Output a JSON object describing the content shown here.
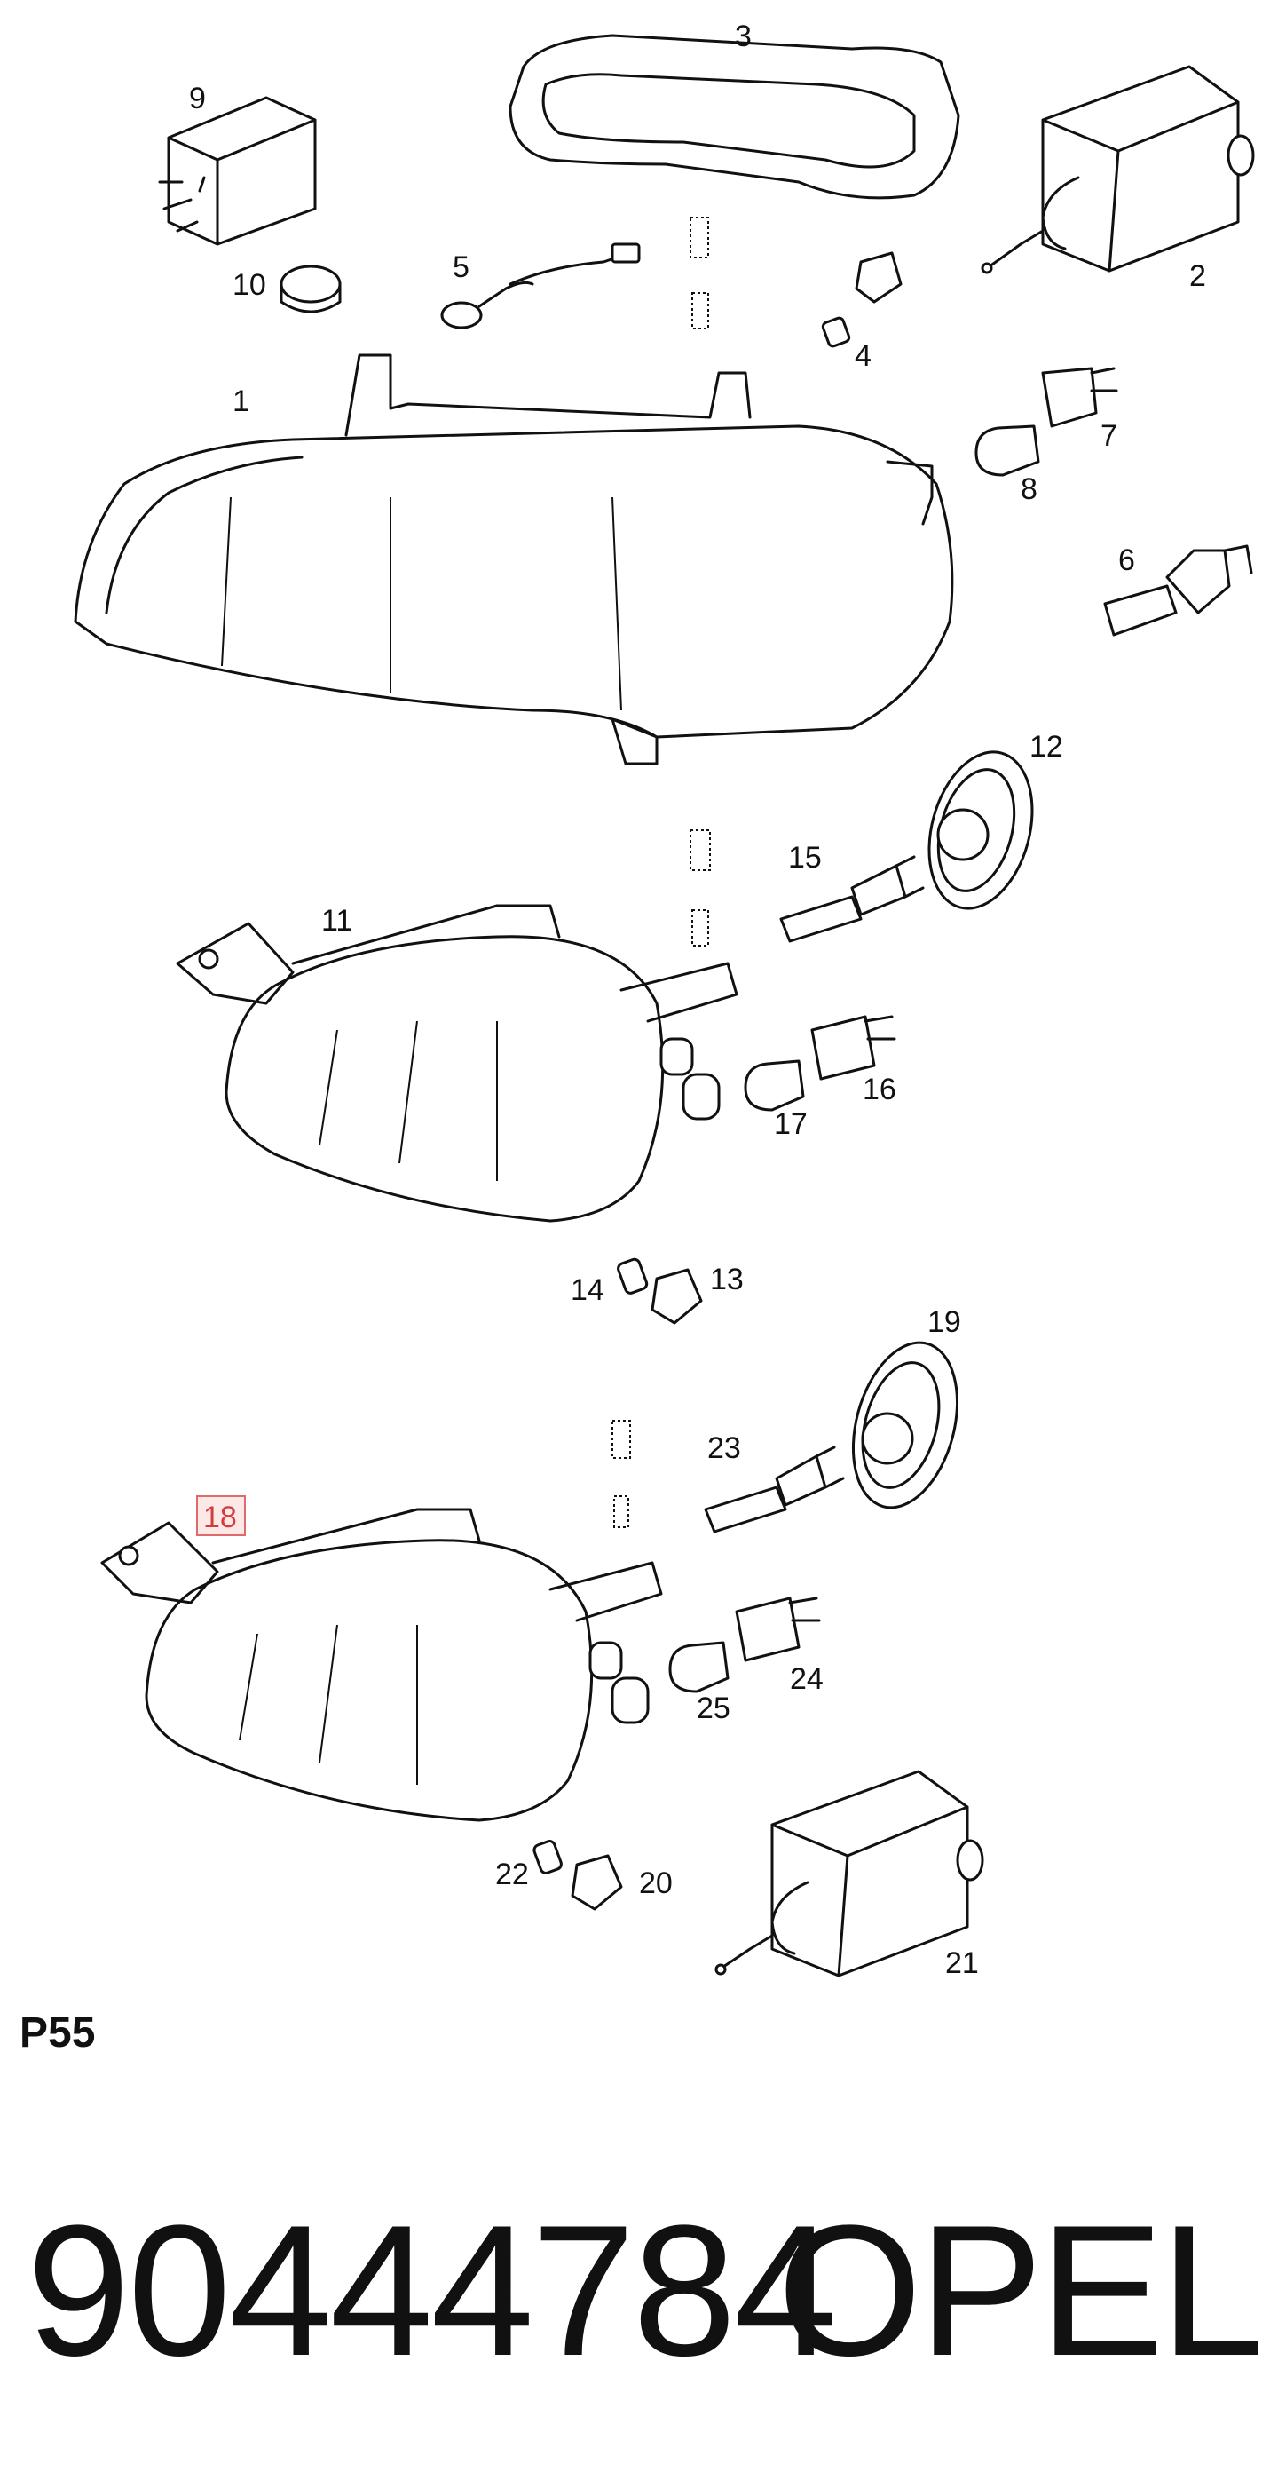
{
  "diagram": {
    "code": "P55",
    "callouts": {
      "c1": "1",
      "c2": "2",
      "c3": "3",
      "c4": "4",
      "c5": "5",
      "c6": "6",
      "c7": "7",
      "c8": "8",
      "c9": "9",
      "c10": "10",
      "c11": "11",
      "c12": "12",
      "c13": "13",
      "c14": "14",
      "c15": "15",
      "c16": "16",
      "c17": "17",
      "c18": "18",
      "c19": "19",
      "c20": "20",
      "c21": "21",
      "c22": "22",
      "c23": "23",
      "c24": "24",
      "c25": "25"
    },
    "highlighted_callout": "18"
  },
  "footer": {
    "part_number": "90444784",
    "brand": "OPEL"
  },
  "colors": {
    "highlight_fill": "#fde8e8",
    "highlight_stroke": "#e06a6a",
    "ink": "#111111"
  }
}
